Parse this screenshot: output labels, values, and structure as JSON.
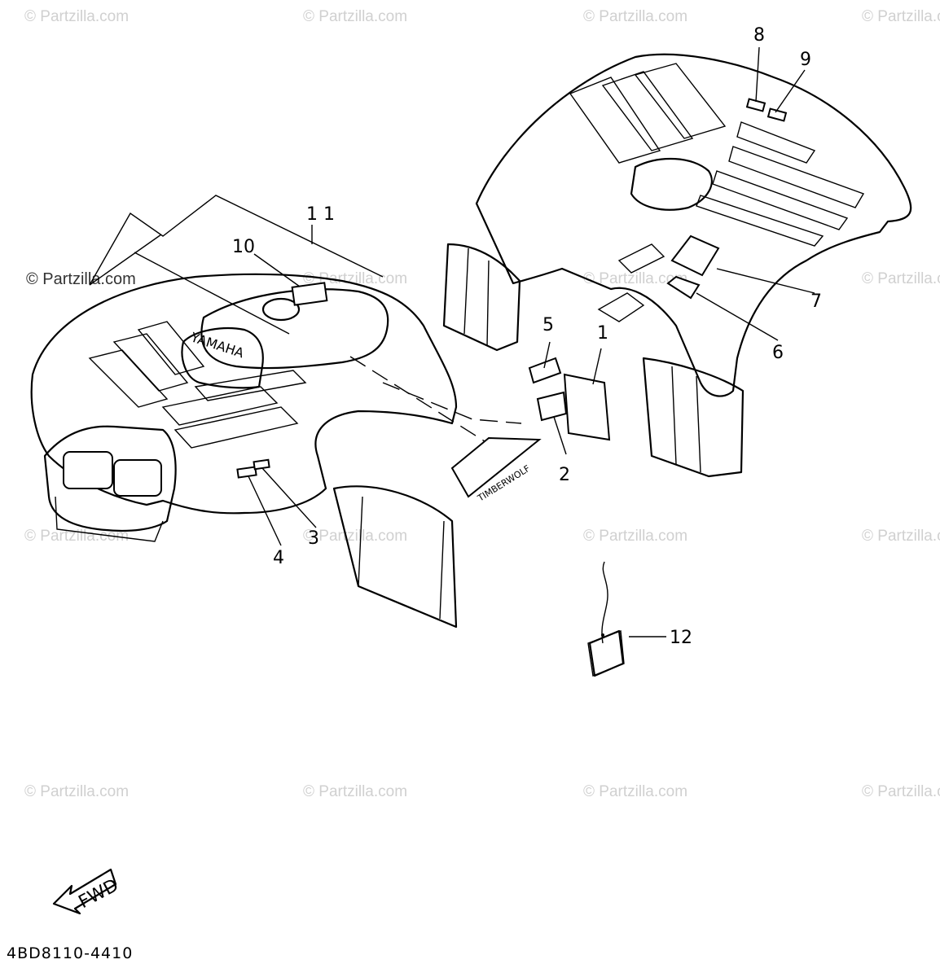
{
  "watermark": {
    "text": "© Partzilla.com"
  },
  "callouts": [
    {
      "id": "1",
      "label": "1"
    },
    {
      "id": "2",
      "label": "2"
    },
    {
      "id": "3",
      "label": "3"
    },
    {
      "id": "4",
      "label": "4"
    },
    {
      "id": "5",
      "label": "5"
    },
    {
      "id": "6",
      "label": "6"
    },
    {
      "id": "7",
      "label": "7"
    },
    {
      "id": "8",
      "label": "8"
    },
    {
      "id": "9",
      "label": "9"
    },
    {
      "id": "10",
      "label": "10"
    },
    {
      "id": "11",
      "label": "1 1"
    },
    {
      "id": "12",
      "label": "12"
    }
  ],
  "decals": {
    "brand": "YAMAHA",
    "model": "TIMBERWOLF"
  },
  "fwd_arrow": {
    "label": "FWD"
  },
  "diagram_code": "4BD8110-4410"
}
